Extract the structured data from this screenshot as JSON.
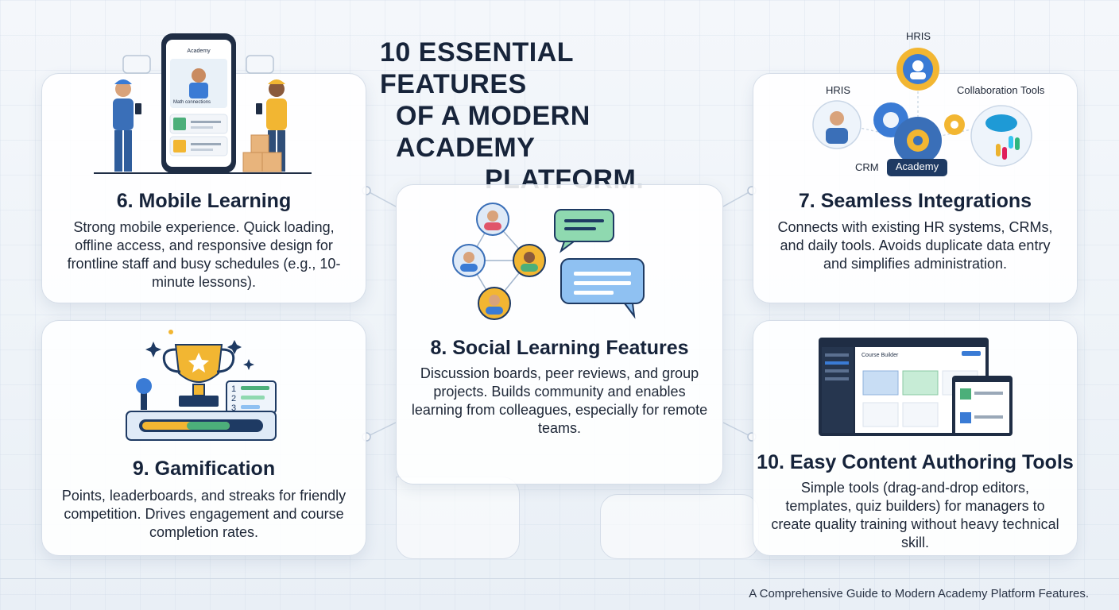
{
  "title": {
    "line1": "10 ESSENTIAL FEATURES",
    "line2": "OF A MODERN ACADEMY",
    "line3": "PLATFORM."
  },
  "cards": {
    "mobile": {
      "title": "6. Mobile Learning",
      "description": "Strong mobile experience. Quick loading, offline access, and responsive design for frontline staff and busy schedules (e.g., 10-minute lessons).",
      "phone_app_name": "Academy",
      "phone_card_text": "Math connections"
    },
    "integrations": {
      "title": "7. Seamless Integrations",
      "description": "Connects with existing HR systems, CRMs, and daily tools. Avoids duplicate data entry and simplifies administration.",
      "labels": {
        "hris_top": "HRIS",
        "hris_left": "HRIS",
        "collab": "Collaboration Tools",
        "crm": "CRM",
        "academy": "Academy"
      }
    },
    "social": {
      "title": "8. Social Learning Features",
      "description": "Discussion boards, peer reviews, and group projects. Builds community and enables learning from colleagues, especially for remote teams."
    },
    "gamification": {
      "title": "9. Gamification",
      "description": "Points, leaderboards, and streaks for friendly competition. Drives engagement and course completion rates.",
      "ranks": [
        "1",
        "2",
        "3"
      ]
    },
    "authoring": {
      "title": "10. Easy Content Authoring Tools",
      "description": "Simple tools (drag-and-drop editors, templates, quiz builders) for managers to create quality training without heavy technical skill.",
      "screen_title": "Course Builder"
    }
  },
  "footer": "A Comprehensive Guide to Modern Academy Platform Features.",
  "colors": {
    "navy": "#1e3a63",
    "accent_blue": "#3a7bd5",
    "green": "#4caf7a",
    "gold": "#f2b632",
    "card_border": "#d5dde8"
  }
}
